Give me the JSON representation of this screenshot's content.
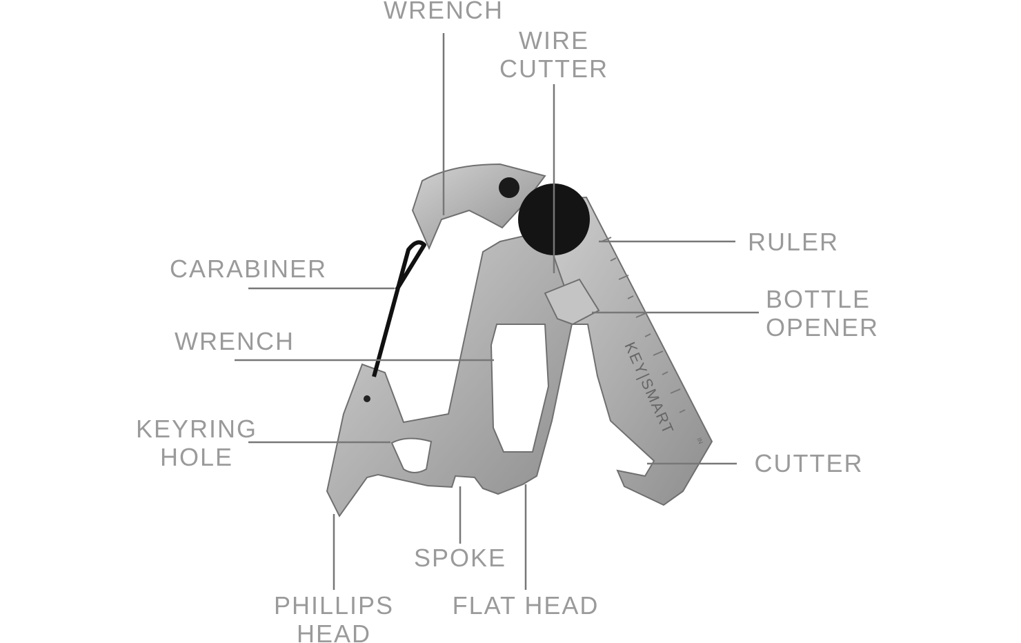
{
  "brand": "KEY|SMART",
  "ruler_unit": "IN",
  "colors": {
    "label": "#9a9a9a",
    "leader": "#777777",
    "metal": "#b4b4b4",
    "knob": "#111111"
  },
  "labels": {
    "wrench_top": "WRENCH",
    "wire_cutter": [
      "WIRE",
      "CUTTER"
    ],
    "ruler": "RULER",
    "bottle_opener": [
      "BOTTLE",
      "OPENER"
    ],
    "cutter": "CUTTER",
    "carabiner": "CARABINER",
    "wrench_mid": "WRENCH",
    "keyring_hole": [
      "KEYRING",
      "HOLE"
    ],
    "phillips_head": [
      "PHILLIPS",
      "HEAD"
    ],
    "spoke": "SPOKE",
    "flat_head": "FLAT HEAD"
  }
}
